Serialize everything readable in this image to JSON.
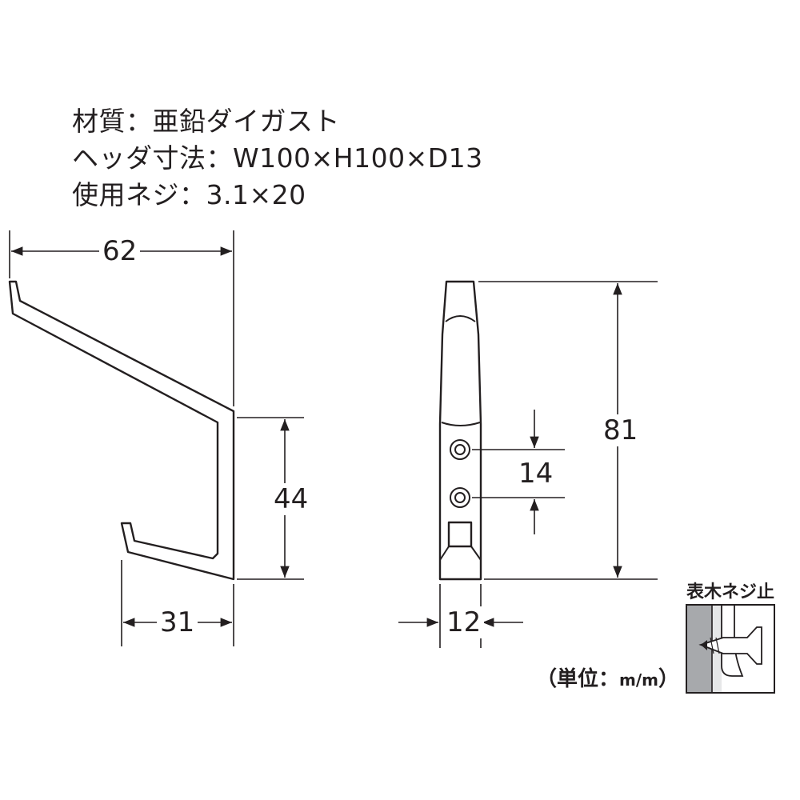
{
  "specs": {
    "material": "材質：亜鉛ダイガスト",
    "head_size": "ヘッダ寸法：W100×H100×D13",
    "screw": "使用ネジ：3.1×20"
  },
  "dimensions": {
    "total_depth": "62",
    "hook_height": "44",
    "lower_hook_depth": "31",
    "overall_height": "81",
    "hole_pitch": "14",
    "thickness": "12"
  },
  "mount_detail": {
    "title": "表木ネジ止"
  },
  "unit_note": {
    "prefix": "（単位：",
    "unit": "m/m",
    "suffix": "）"
  },
  "colors": {
    "line": "#231f20",
    "wall": "#a7a9ac",
    "wall_light": "#e6e7e8"
  }
}
